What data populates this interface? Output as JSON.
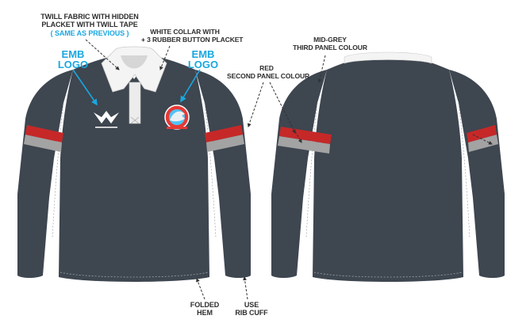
{
  "annotations": {
    "twill": {
      "line1": "TWILL FABRIC WITH  HIDDEN",
      "line2": "PLACKET WITH TWILL TAPE",
      "line3": "( SAME AS PREVIOUS )"
    },
    "collar": {
      "line1": "WHITE COLLAR WITH",
      "line2": "+ 3 RUBBER BUTTON PLACKET"
    },
    "emb_left": {
      "line1": "EMB",
      "line2": "LOGO"
    },
    "emb_right": {
      "line1": "EMB",
      "line2": "LOGO"
    },
    "red_panel": {
      "line1": "RED",
      "line2": "SECOND PANEL COLOUR"
    },
    "grey_panel": {
      "line1": "MID-GREY",
      "line2": "THIRD PANEL COLOUR"
    },
    "hem": {
      "line1": "FOLDED",
      "line2": "HEM"
    },
    "cuff": {
      "line1": "USE",
      "line2": "RIB CUFF"
    }
  },
  "colors": {
    "body": "#3e4650",
    "red_panel": "#c62828",
    "grey_panel": "#a3a3a3",
    "collar": "#f4f4f4",
    "accent_text": "#1aa7e0",
    "label_text": "#2d2d2d"
  },
  "icons": {
    "brand_logo": "wing-logo-icon",
    "club_badge": "shark-badge-icon"
  }
}
